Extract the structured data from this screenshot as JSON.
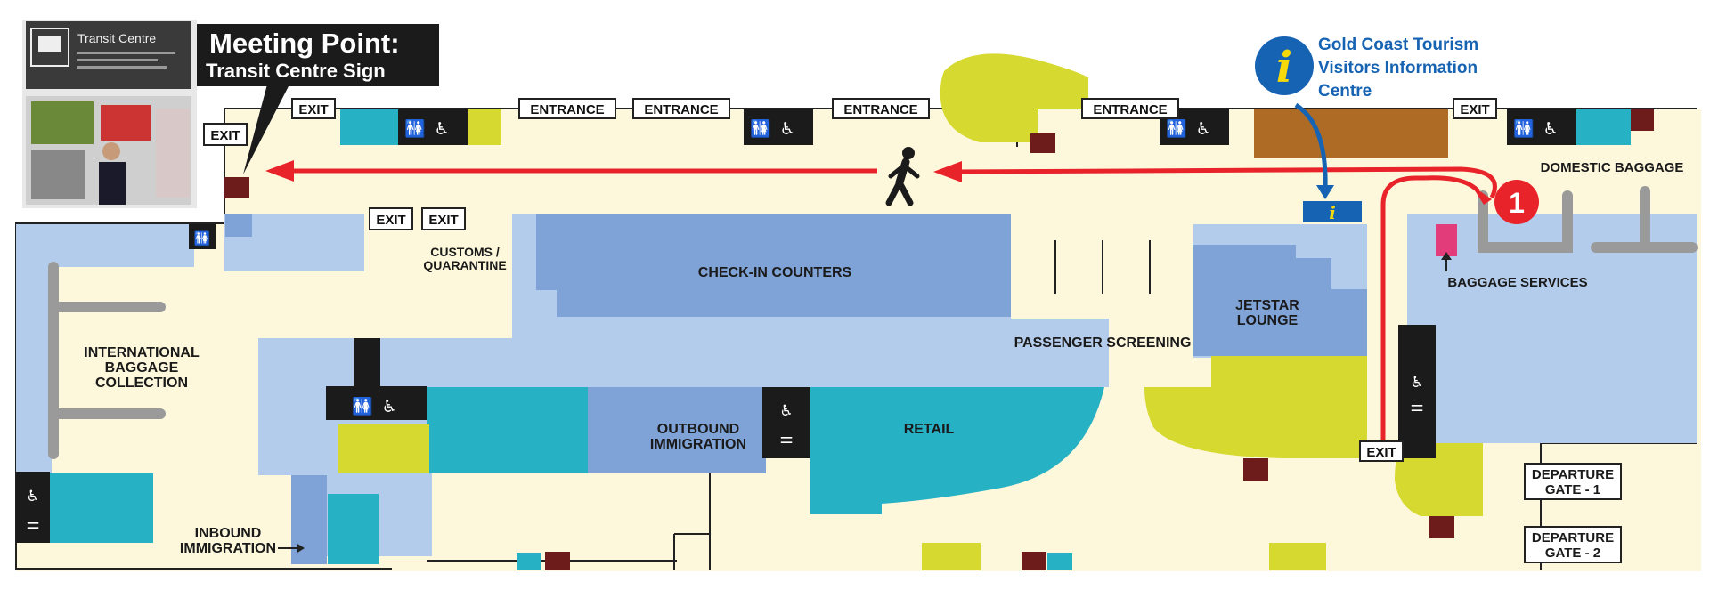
{
  "meeting_point": {
    "title": "Meeting Point:",
    "subtitle": "Transit Centre Sign"
  },
  "photo": {
    "sign_text": "Transit Centre"
  },
  "tourism": {
    "line1": "Gold Coast Tourism",
    "line2": "Visitors Information",
    "line3": "Centre"
  },
  "labels": {
    "exit": "EXIT",
    "entrance": "ENTRANCE",
    "domestic_baggage": "DOMESTIC BAGGAGE",
    "baggage_services": "BAGGAGE SERVICES",
    "customs_1": "CUSTOMS /",
    "customs_2": "QUARANTINE",
    "checkin": "CHECK-IN COUNTERS",
    "passenger_screening": "PASSENGER SCREENING",
    "jetstar_1": "JETSTAR",
    "jetstar_2": "LOUNGE",
    "intl_1": "INTERNATIONAL",
    "intl_2": "BAGGAGE",
    "intl_3": "COLLECTION",
    "outbound_1": "OUTBOUND",
    "outbound_2": "IMMIGRATION",
    "retail": "RETAIL",
    "inbound_1": "INBOUND",
    "inbound_2": "IMMIGRATION",
    "gate1_1": "DEPARTURE",
    "gate1_2": "GATE - 1",
    "gate2_1": "DEPARTURE",
    "gate2_2": "GATE - 2",
    "start_marker": "1"
  },
  "colors": {
    "floor": "#fdf8dc",
    "blue_light": "#b4cceb",
    "blue_mid": "#7fa3d7",
    "teal": "#27b1c4",
    "lime": "#d6d930",
    "brown": "#ad6b26",
    "maroon": "#6e1b1b",
    "route": "#e8232a",
    "info_blue": "#1763b3"
  }
}
